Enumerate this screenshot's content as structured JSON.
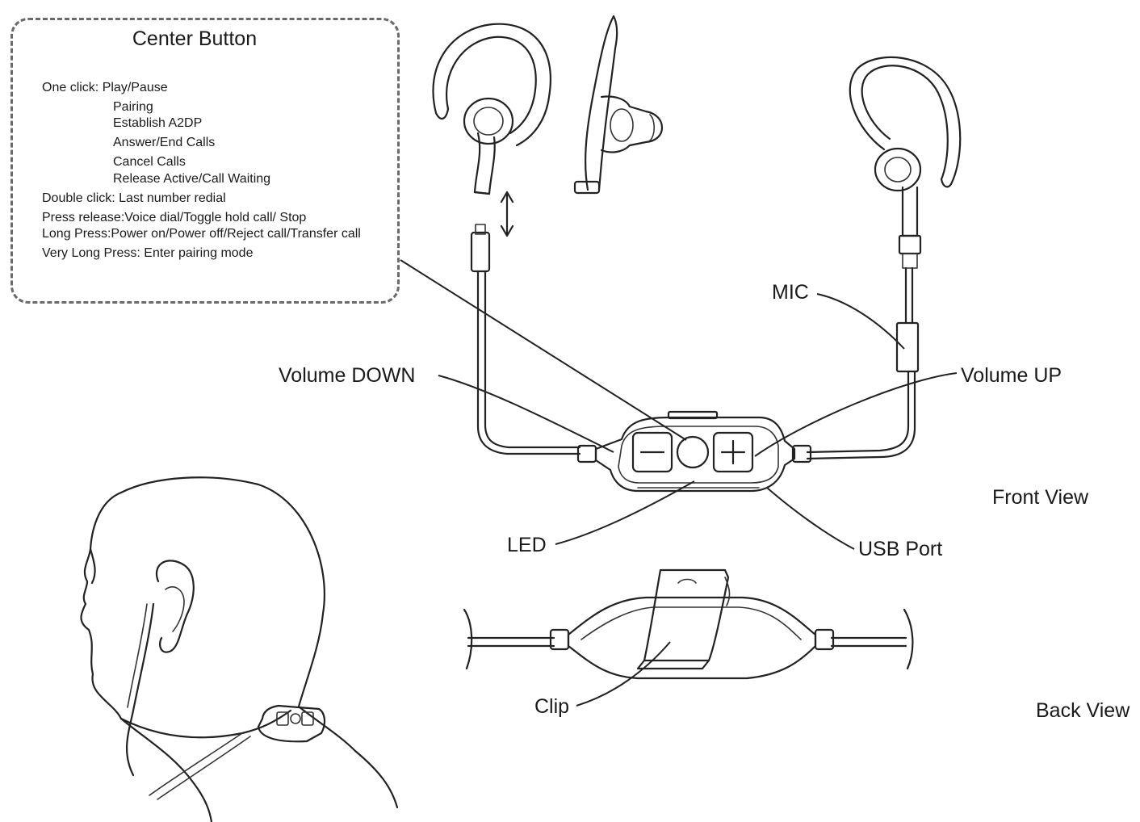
{
  "center_button": {
    "title": "Center Button",
    "lines": [
      "One click: Play/Pause",
      "Pairing",
      "Establish A2DP",
      "Answer/End Calls",
      "Cancel Calls",
      "Release Active/Call Waiting",
      "Double click: Last number redial",
      "Press release:Voice dial/Toggle hold call/ Stop",
      "Long Press:Power on/Power off/Reject call/Transfer call",
      "Very Long Press: Enter pairing mode"
    ]
  },
  "labels": {
    "mic": "MIC",
    "volume_down": "Volume DOWN",
    "volume_up": "Volume UP",
    "led": "LED",
    "usb_port": "USB Port",
    "front_view": "Front View",
    "clip": "Clip",
    "back_view": "Back View"
  }
}
